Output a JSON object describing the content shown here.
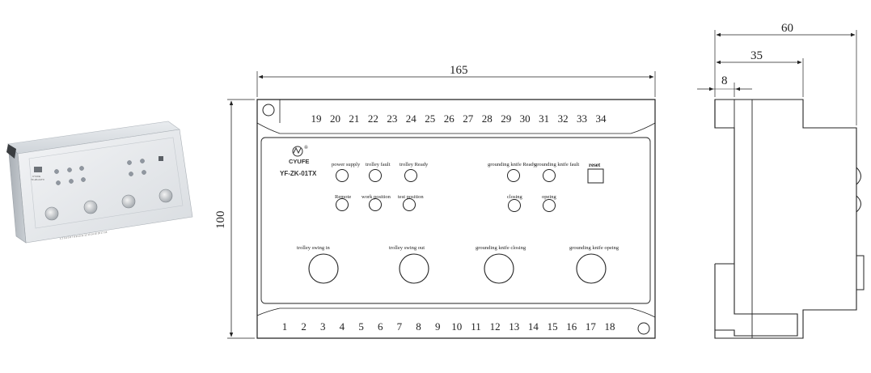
{
  "dimensions": {
    "width": "165",
    "height": "100",
    "depth_total": "60",
    "depth_mid": "35",
    "depth_small": "8"
  },
  "brand": {
    "name": "CYUFE",
    "registered": "®",
    "model": "YF-ZK-01TX"
  },
  "terminals": {
    "top": [
      "19",
      "20",
      "21",
      "22",
      "23",
      "24",
      "25",
      "26",
      "27",
      "28",
      "29",
      "30",
      "31",
      "32",
      "33",
      "34"
    ],
    "bottom": [
      "1",
      "2",
      "3",
      "4",
      "5",
      "6",
      "7",
      "8",
      "9",
      "10",
      "11",
      "12",
      "13",
      "14",
      "15",
      "16",
      "17",
      "18"
    ]
  },
  "indicators": {
    "row1": [
      "power supply",
      "trolley fault",
      "trolley Ready"
    ],
    "row2": [
      "Remote",
      "work position",
      "test position"
    ],
    "right_row1": [
      "grounding knife Ready",
      "grounding knife fault"
    ],
    "right_row2": [
      "closing",
      "opeing"
    ],
    "reset": "reset"
  },
  "buttons": [
    "trolley swing in",
    "trolley swing out",
    "grounding knife closing",
    "grounding knife opeing"
  ],
  "photo": {
    "brand": "CYUFE",
    "model": "YF-ZK-01TX",
    "terminal_strip": "1 2 3 4 5 6 7 8 9 10 11 12 13 14 15 16 17 18"
  }
}
